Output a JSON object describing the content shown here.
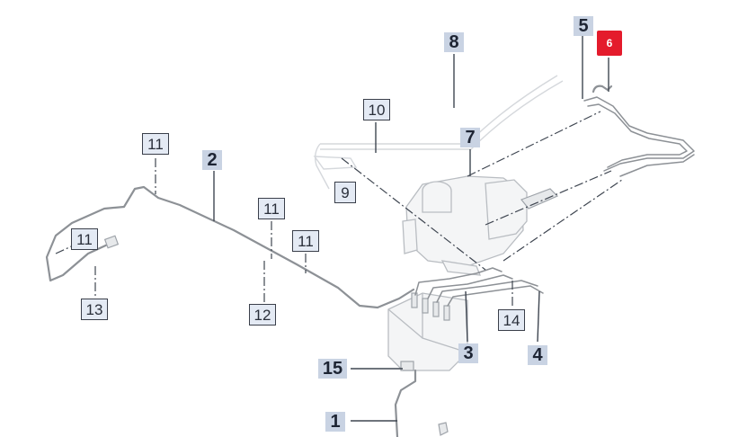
{
  "callouts": [
    {
      "id": "c1",
      "label": "1",
      "style": "primary"
    },
    {
      "id": "c2",
      "label": "2",
      "style": "primary"
    },
    {
      "id": "c3",
      "label": "3",
      "style": "primary"
    },
    {
      "id": "c4",
      "label": "4",
      "style": "primary"
    },
    {
      "id": "c5",
      "label": "5",
      "style": "primary"
    },
    {
      "id": "c6",
      "label": "6",
      "style": "active"
    },
    {
      "id": "c7",
      "label": "7",
      "style": "primary"
    },
    {
      "id": "c8",
      "label": "8",
      "style": "primary"
    },
    {
      "id": "c9",
      "label": "9",
      "style": "secondary"
    },
    {
      "id": "c10",
      "label": "10",
      "style": "secondary"
    },
    {
      "id": "c11a",
      "label": "11",
      "style": "secondary"
    },
    {
      "id": "c11b",
      "label": "11",
      "style": "secondary"
    },
    {
      "id": "c11c",
      "label": "11",
      "style": "secondary"
    },
    {
      "id": "c11d",
      "label": "11",
      "style": "secondary"
    },
    {
      "id": "c12",
      "label": "12",
      "style": "secondary"
    },
    {
      "id": "c13",
      "label": "13",
      "style": "secondary"
    },
    {
      "id": "c14",
      "label": "14",
      "style": "secondary"
    },
    {
      "id": "c15",
      "label": "15",
      "style": "primary"
    }
  ],
  "colors": {
    "primary_bg": "#c9d3e3",
    "secondary_bg": "#e4eaf4",
    "active_bg": "#e41b2c",
    "pipe": "#8d9196",
    "leader": "#3f4651"
  }
}
